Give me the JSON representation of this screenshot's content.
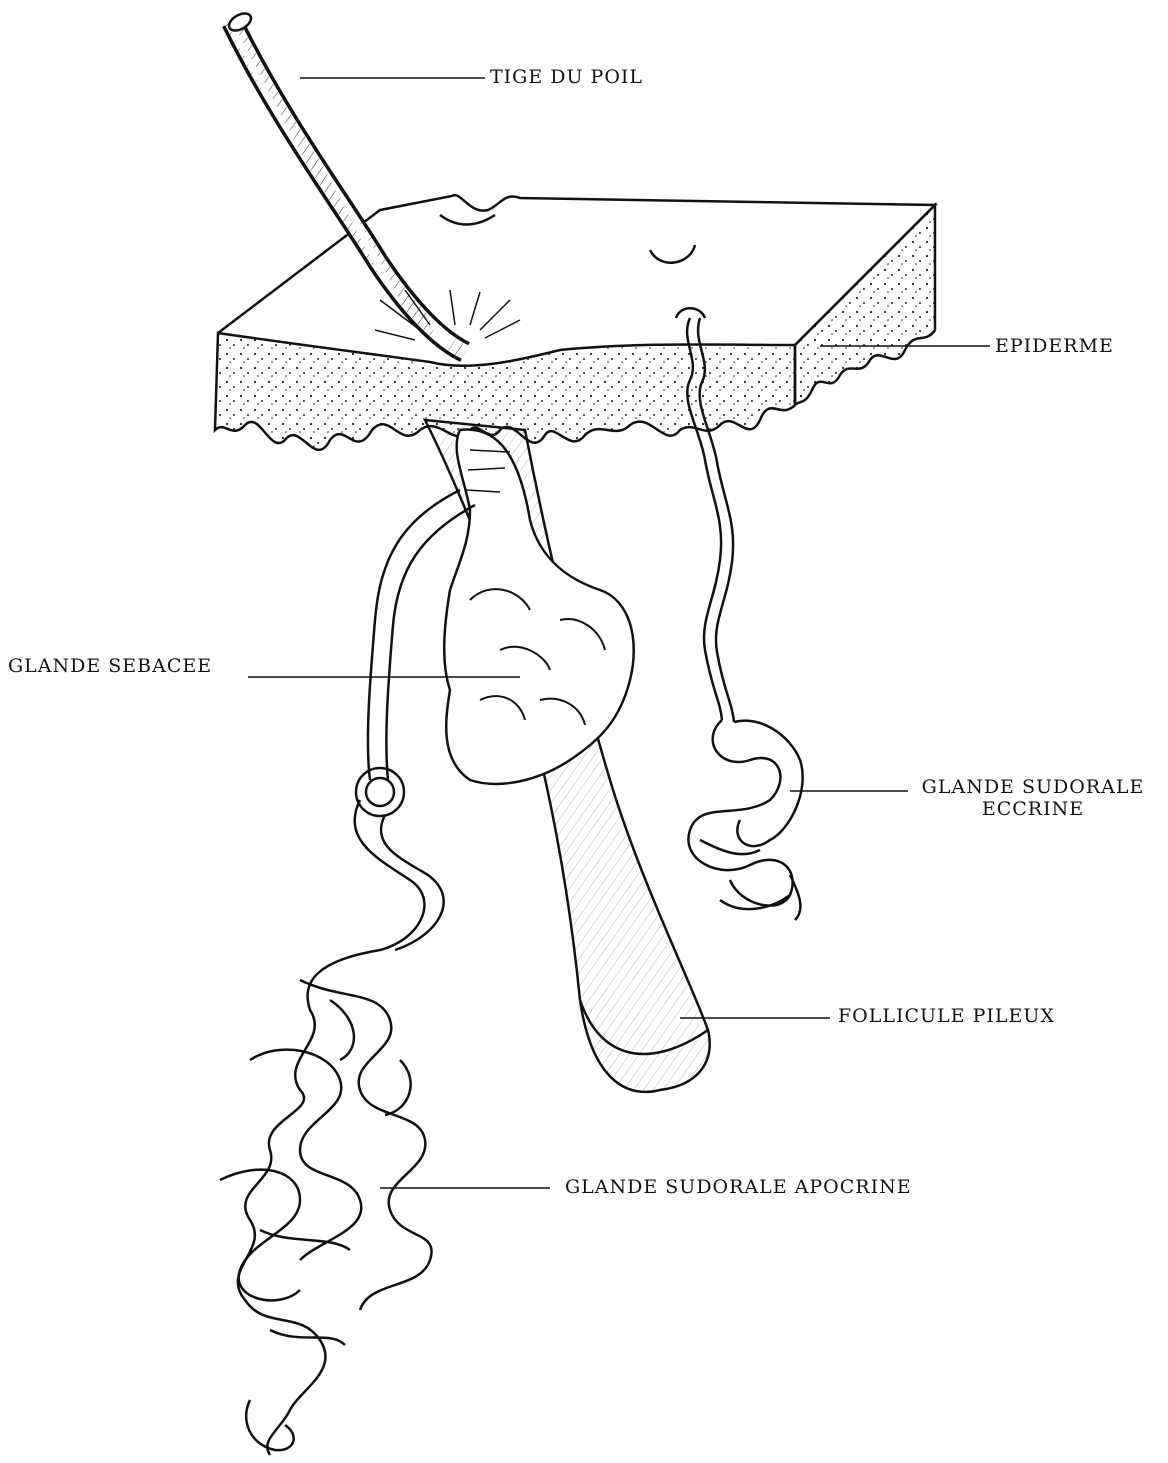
{
  "labels": {
    "tige_du_poil": "TIGE DU POIL",
    "epiderme": "EPIDERME",
    "glande_sebacee": "GLAΝDE SEBACEE",
    "glande_sudorale_eccrine_line1": "GLAΝDE SUDORALE",
    "glande_sudorale_eccrine_line2": "ECCRIΝE",
    "follicule_pileux": "FOLLICULE PILEUX",
    "glande_sudorale_apocrine": "GLANDE SUDORALE APOCRIΝE"
  },
  "colors": {
    "ink": "#111111",
    "paper": "#ffffff"
  }
}
